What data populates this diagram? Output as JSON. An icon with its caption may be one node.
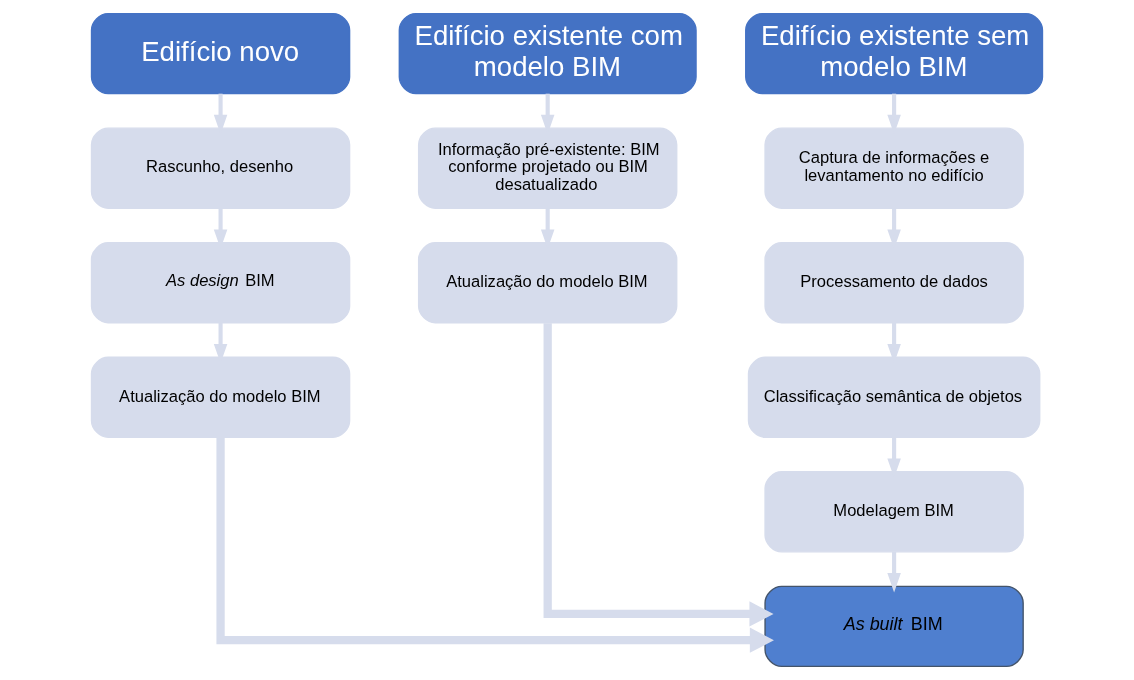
{
  "diagram": {
    "nodes": [
      {
        "text": [
          "Edifício novo"
        ]
      },
      {
        "text": [
          "Edifício existente com modelo BIM"
        ]
      },
      {
        "text": [
          "Edifício existente sem modelo BIM"
        ]
      },
      {
        "text": [
          "Rascunho, desenho"
        ]
      },
      {
        "text": [
          "*As design* BIM"
        ]
      },
      {
        "text": [
          "Atualização do modelo BIM"
        ]
      },
      {
        "text": [
          "Informação pré-existente: BIM conforme projetado ou BIM desatualizado"
        ]
      },
      {
        "text": [
          "Atualização do modelo BIM"
        ]
      },
      {
        "text": [
          "Captura de informações e levantamento no edifício"
        ]
      },
      {
        "text": [
          "Processamento de dados"
        ]
      },
      {
        "text": [
          "Classificação semântica de objetos"
        ]
      },
      {
        "text": [
          "Modelagem BIM"
        ]
      },
      {
        "text": [
          "*As built* BIM"
        ]
      }
    ],
    "edges": [
      {
        "from": 0,
        "to": 3,
        "arrow": "to"
      },
      {
        "from": 3,
        "to": 4,
        "arrow": "to"
      },
      {
        "from": 4,
        "to": 5,
        "arrow": "to"
      },
      {
        "from": 1,
        "to": 6,
        "arrow": "to"
      },
      {
        "from": 6,
        "to": 7,
        "arrow": "to"
      },
      {
        "from": 2,
        "to": 8,
        "arrow": "to"
      },
      {
        "from": 8,
        "to": 9,
        "arrow": "to"
      },
      {
        "from": 9,
        "to": 10,
        "arrow": "to"
      },
      {
        "from": 10,
        "to": 11,
        "arrow": "to"
      },
      {
        "from": 11,
        "to": 12,
        "arrow": "to"
      },
      {
        "from": 5,
        "to": 12,
        "arrow": "to",
        "style": "thick"
      },
      {
        "from": 7,
        "to": 12,
        "arrow": "to",
        "style": "thick"
      }
    ]
  }
}
